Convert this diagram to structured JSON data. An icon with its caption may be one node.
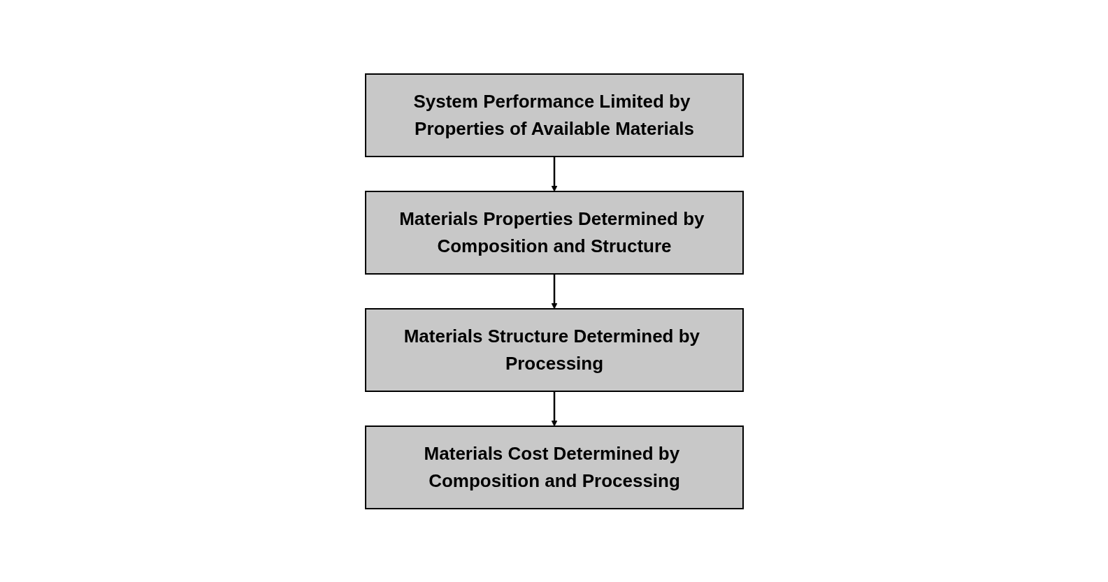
{
  "diagram": {
    "nodes": [
      {
        "text": [
          "System Performance Limited by Properties of Available Materials"
        ]
      },
      {
        "text": [
          "Materials Properties Determined by Composition and Structure"
        ]
      },
      {
        "text": [
          "Materials Structure Determined by Processing"
        ]
      },
      {
        "text": [
          "Materials Cost Determined by Composition and Processing"
        ]
      }
    ],
    "edges": [
      {
        "from": 0,
        "to": 1,
        "arrow": "to"
      },
      {
        "from": 1,
        "to": 2,
        "arrow": "to"
      },
      {
        "from": 2,
        "to": 3,
        "arrow": "to"
      }
    ]
  }
}
